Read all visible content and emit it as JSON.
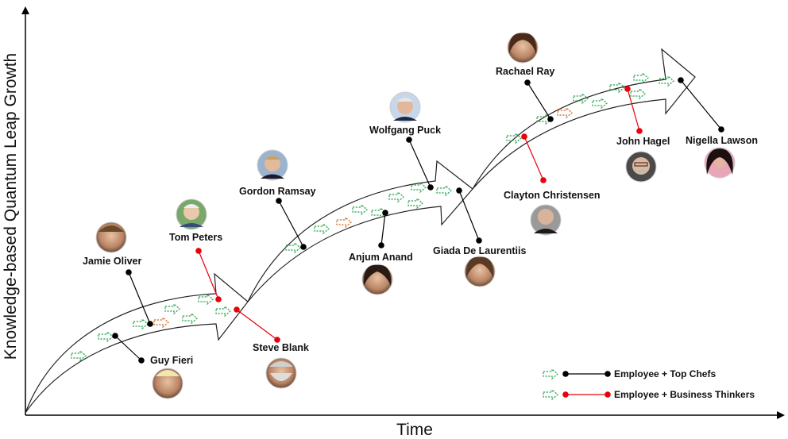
{
  "axes": {
    "y_label": "Knowledge-based Quantum Leap Growth",
    "x_label": "Time"
  },
  "people": [
    {
      "id": "guy-fieri",
      "name": "Guy Fieri",
      "group": "chef"
    },
    {
      "id": "jamie-oliver",
      "name": "Jamie Oliver",
      "group": "chef"
    },
    {
      "id": "tom-peters",
      "name": "Tom Peters",
      "group": "thinker"
    },
    {
      "id": "steve-blank",
      "name": "Steve Blank",
      "group": "thinker"
    },
    {
      "id": "gordon-ramsay",
      "name": "Gordon Ramsay",
      "group": "chef"
    },
    {
      "id": "anjum-anand",
      "name": "Anjum Anand",
      "group": "chef"
    },
    {
      "id": "wolfgang-puck",
      "name": "Wolfgang Puck",
      "group": "chef"
    },
    {
      "id": "giada-de-laurentiis",
      "name": "Giada De Laurentiis",
      "group": "chef"
    },
    {
      "id": "clayton-christensen",
      "name": "Clayton Christensen",
      "group": "thinker"
    },
    {
      "id": "rachael-ray",
      "name": "Rachael Ray",
      "group": "chef"
    },
    {
      "id": "john-hagel",
      "name": "John Hagel",
      "group": "thinker"
    },
    {
      "id": "nigella-lawson",
      "name": "Nigella Lawson",
      "group": "chef"
    }
  ],
  "legend": {
    "chefs": "Employee + Top Chefs",
    "thinkers": "Employee + Business Thinkers"
  },
  "colors": {
    "chef_connector": "#000000",
    "thinker_connector": "#e8000b",
    "employee_arrow": "#22a34a",
    "highlight_arrow": "#d2691e",
    "axis": "#000000"
  }
}
